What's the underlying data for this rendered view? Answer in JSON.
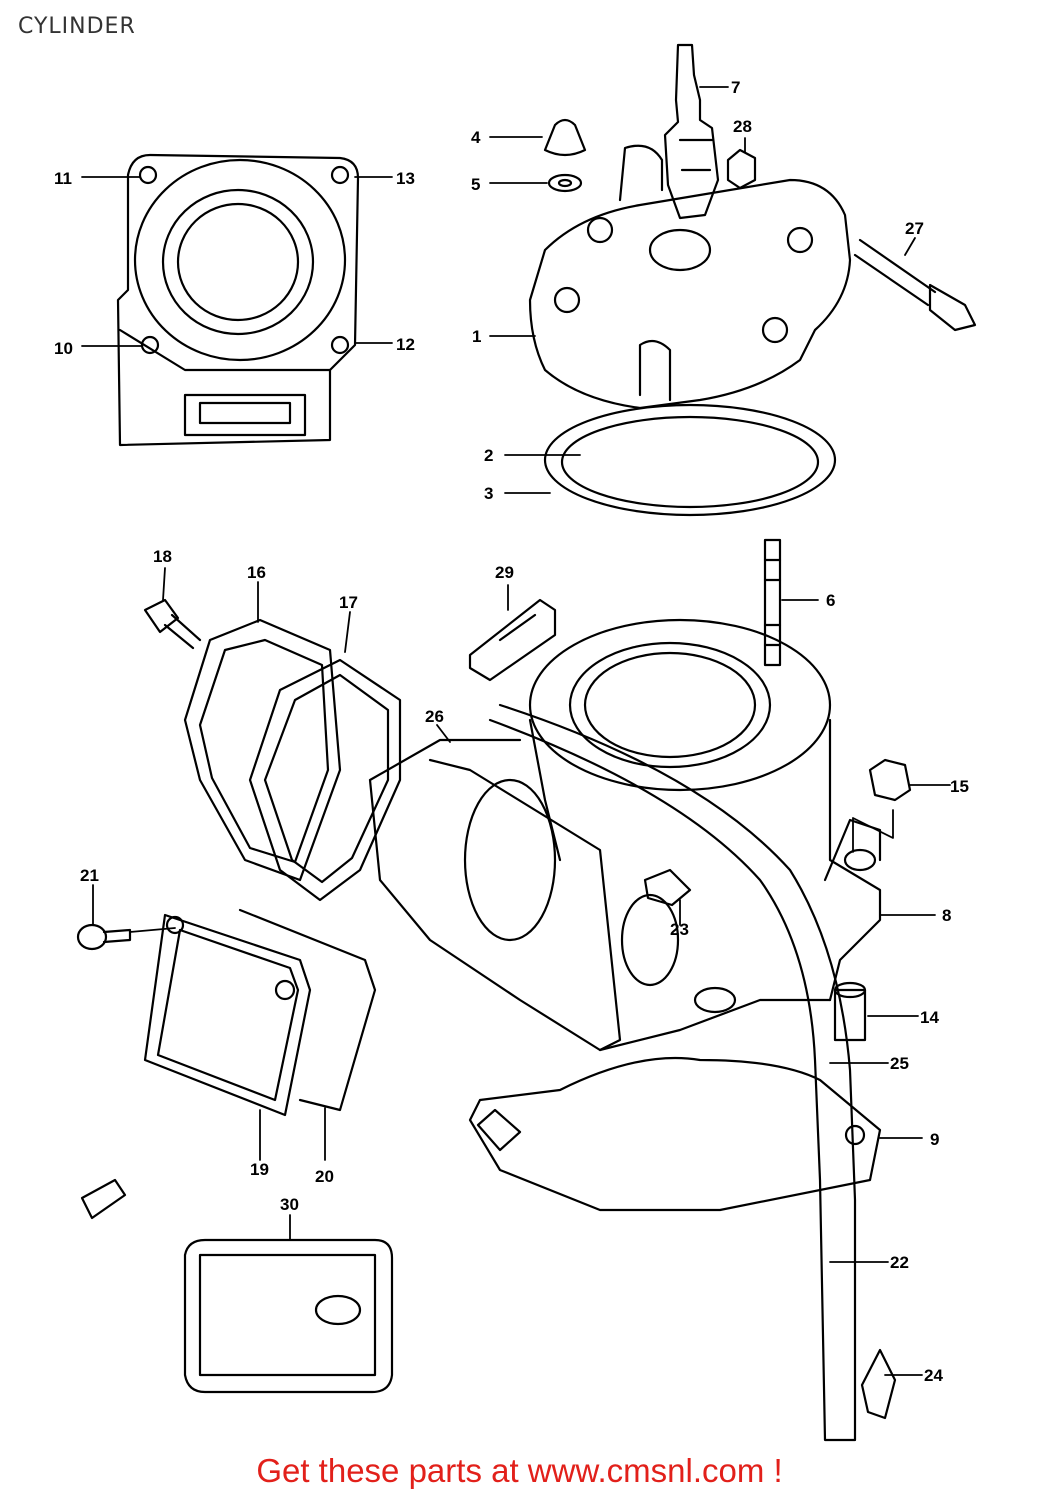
{
  "page": {
    "title": "CYLINDER"
  },
  "footer": {
    "text": "Get these parts at www.cmsnl.com !"
  },
  "colors": {
    "footer": "#e2201a",
    "lines": "#000000"
  },
  "callouts": [
    "1",
    "2",
    "3",
    "4",
    "5",
    "6",
    "7",
    "8",
    "9",
    "10",
    "11",
    "12",
    "13",
    "14",
    "15",
    "16",
    "17",
    "18",
    "19",
    "20",
    "21",
    "22",
    "23",
    "24",
    "25",
    "26",
    "27",
    "28",
    "29",
    "30"
  ]
}
